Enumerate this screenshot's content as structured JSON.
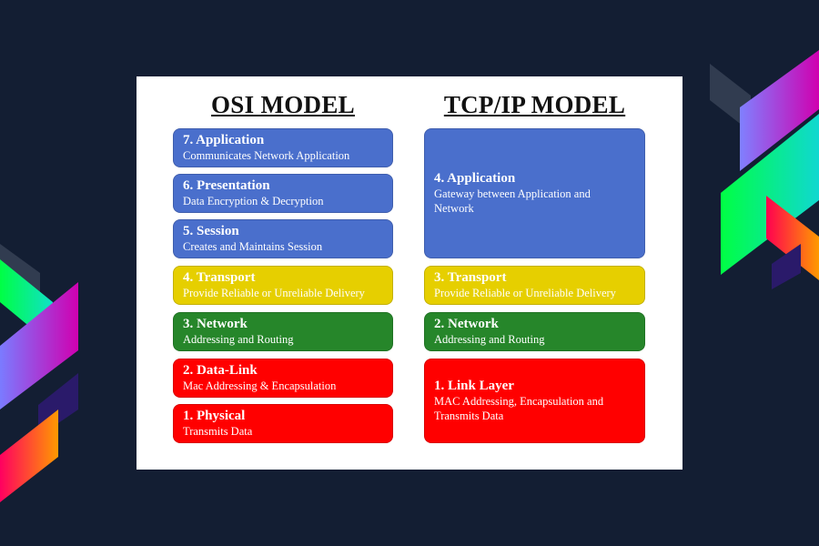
{
  "colors": {
    "background": "#131e33",
    "panel": "#ffffff",
    "application_layers": "#4a6fcc",
    "transport_layer": "#e6cf00",
    "network_layer": "#26862a",
    "link_layers": "#ff0000"
  },
  "osi": {
    "title": "OSI MODEL",
    "layers": [
      {
        "name": "7. Application",
        "desc": "Communicates Network Application",
        "color": "blue"
      },
      {
        "name": "6. Presentation",
        "desc": "Data Encryption & Decryption",
        "color": "blue"
      },
      {
        "name": "5. Session",
        "desc": "Creates and Maintains Session",
        "color": "blue"
      },
      {
        "name": "4. Transport",
        "desc": "Provide Reliable or Unreliable Delivery",
        "color": "yellow"
      },
      {
        "name": "3. Network",
        "desc": "Addressing and Routing",
        "color": "green"
      },
      {
        "name": "2. Data-Link",
        "desc": "Mac Addressing & Encapsulation",
        "color": "red"
      },
      {
        "name": "1. Physical",
        "desc": "Transmits Data",
        "color": "red"
      }
    ]
  },
  "tcpip": {
    "title": "TCP/IP MODEL",
    "layers": [
      {
        "name": "4. Application",
        "desc": "Gateway between Application and Network",
        "color": "blue"
      },
      {
        "name": "3. Transport",
        "desc": "Provide Reliable or Unreliable Delivery",
        "color": "yellow"
      },
      {
        "name": "2. Network",
        "desc": "Addressing and Routing",
        "color": "green"
      },
      {
        "name": "1. Link Layer",
        "desc": "MAC Addressing, Encapsulation and Transmits Data",
        "color": "red"
      }
    ]
  }
}
